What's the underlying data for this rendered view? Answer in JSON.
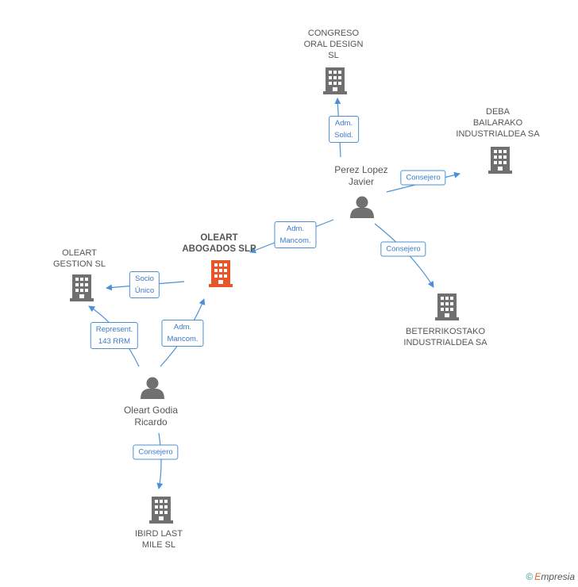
{
  "nodes": {
    "congreso": [
      "CONGRESO",
      "ORAL DESIGN",
      "SL"
    ],
    "deba": [
      "DEBA",
      "BAILARAKO",
      "INDUSTRIALDEA SA"
    ],
    "perez": [
      "Perez Lopez",
      "Javier"
    ],
    "oleart_abogados": [
      "OLEART",
      "ABOGADOS SLP"
    ],
    "oleart_gestion": [
      "OLEART",
      "GESTION  SL"
    ],
    "beterrikostako": [
      "BETERRIKOSTAKO",
      "INDUSTRIALDEA SA"
    ],
    "oleart_godia": [
      "Oleart Godia",
      "Ricardo"
    ],
    "ibird": [
      "IBIRD LAST",
      "MILE SL"
    ]
  },
  "edges": {
    "adm_solid": [
      "Adm.",
      "Solid."
    ],
    "consejero_deba": [
      "Consejero"
    ],
    "adm_mancom_perez": [
      "Adm.",
      "Mancom."
    ],
    "consejero_beterri": [
      "Consejero"
    ],
    "socio_unico": [
      "Socio",
      "Único"
    ],
    "represent": [
      "Represent.",
      "143 RRM"
    ],
    "adm_mancom_godia": [
      "Adm.",
      "Mancom."
    ],
    "consejero_ibird": [
      "Consejero"
    ]
  },
  "footer": {
    "copyright": "©",
    "brand_first": "E",
    "brand_rest": "mpresia"
  },
  "colors": {
    "edge": "#4a90d9",
    "building": "#707070",
    "main_building": "#e8552a",
    "person": "#707070"
  }
}
